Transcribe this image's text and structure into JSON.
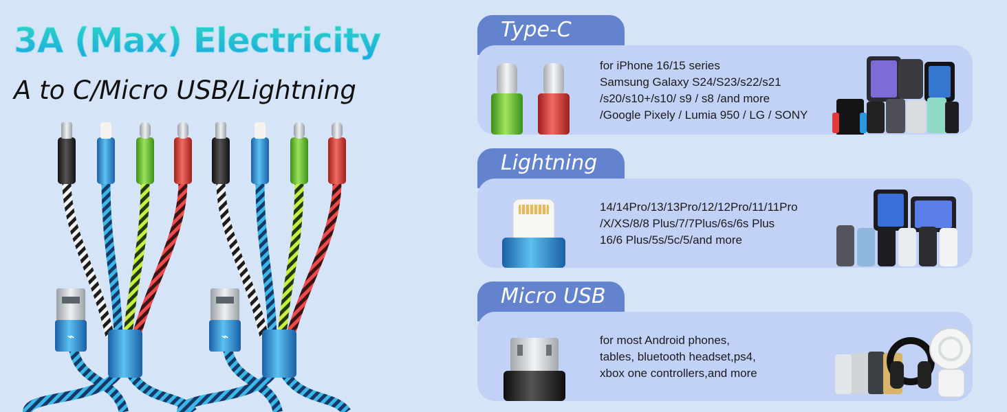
{
  "headline": "3A (Max) Electricity",
  "subheadline": "A to C/Micro USB/Lightning",
  "colors": {
    "background": "#d6e4f7",
    "tab": "#6383cf",
    "card": "#c2d2f6",
    "headline_gradient_start": "#2ed6c4",
    "headline_gradient_end": "#1aa8e0",
    "cable_blue": "#2a86cf",
    "cable_green": "#6bc132",
    "cable_red": "#d63b35",
    "cable_black": "#222222"
  },
  "sections": [
    {
      "title": "Type-C",
      "lines": [
        "for iPhone 16/15 series",
        "Samsung Galaxy S24/S23/s22/s21",
        "/s20/s10+/s10/ s9 / s8 /and more",
        "/Google Pixely / Lumia 950 / LG / SONY"
      ]
    },
    {
      "title": "Lightning",
      "lines": [
        "14/14Pro/13/13Pro/12/12Pro/11/11Pro",
        "/X/XS/8/8 Plus/7/7Plus/6s/6s Plus",
        "16/6 Plus/5s/5c/5/and more"
      ]
    },
    {
      "title": "Micro USB",
      "lines": [
        "for most Android phones,",
        "tables, bluetooth headset,ps4,",
        "xbox one controllers,and more"
      ]
    }
  ]
}
